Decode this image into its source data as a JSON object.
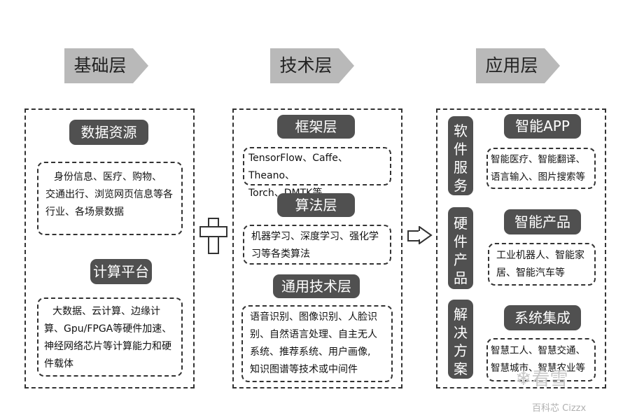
{
  "headers": [
    "基础层",
    "技术层",
    "应用层"
  ],
  "basic": {
    "data_title": "数据资源",
    "data_lines": [
      "身份信息、医疗、购物、",
      "交通出行、浏览网页信息等各",
      "行业、各场景数据"
    ],
    "compute_title": "计算平台",
    "compute_lines": [
      "大数据、云计算、边缘计",
      "算、Gpu/FPGA等硬件加速、",
      "神经网络芯片等计算能力和硬",
      "件载体"
    ]
  },
  "tech": {
    "framework_title": "框架层",
    "framework_lines": [
      "TensorFlow、Caffe、Theano、",
      "Torch、DMTK等"
    ],
    "algo_title": "算法层",
    "algo_lines": [
      "机器学习、深度学习、强化学",
      "习等各类算法"
    ],
    "general_title": "通用技术层",
    "general_lines": [
      "语音识别、图像识别、人脸识",
      "别、自然语言处理、自主无人",
      "系统、推荐系统、用户画像,",
      "知识图谱等技术或中间件"
    ]
  },
  "app": {
    "software_label": [
      "软",
      "件",
      "服",
      "务"
    ],
    "hardware_label": [
      "硬",
      "件",
      "产",
      "品"
    ],
    "solution_label": [
      "解",
      "决",
      "方",
      "案"
    ],
    "smart_app_title": "智能APP",
    "smart_app_lines": [
      "智能医疗、智能翻译、",
      "语言输入、图片搜索等"
    ],
    "smart_product_title": "智能产品",
    "smart_product_lines": [
      "工业机器人、智能家",
      "居、智能汽车等"
    ],
    "system_title": "系统集成",
    "system_lines": [
      "智慧工人、智慧交通、",
      "智慧城市、智慧农业等"
    ]
  },
  "watermark": {
    "top": "看雪",
    "bottom": "百科芯 Cizzx"
  }
}
